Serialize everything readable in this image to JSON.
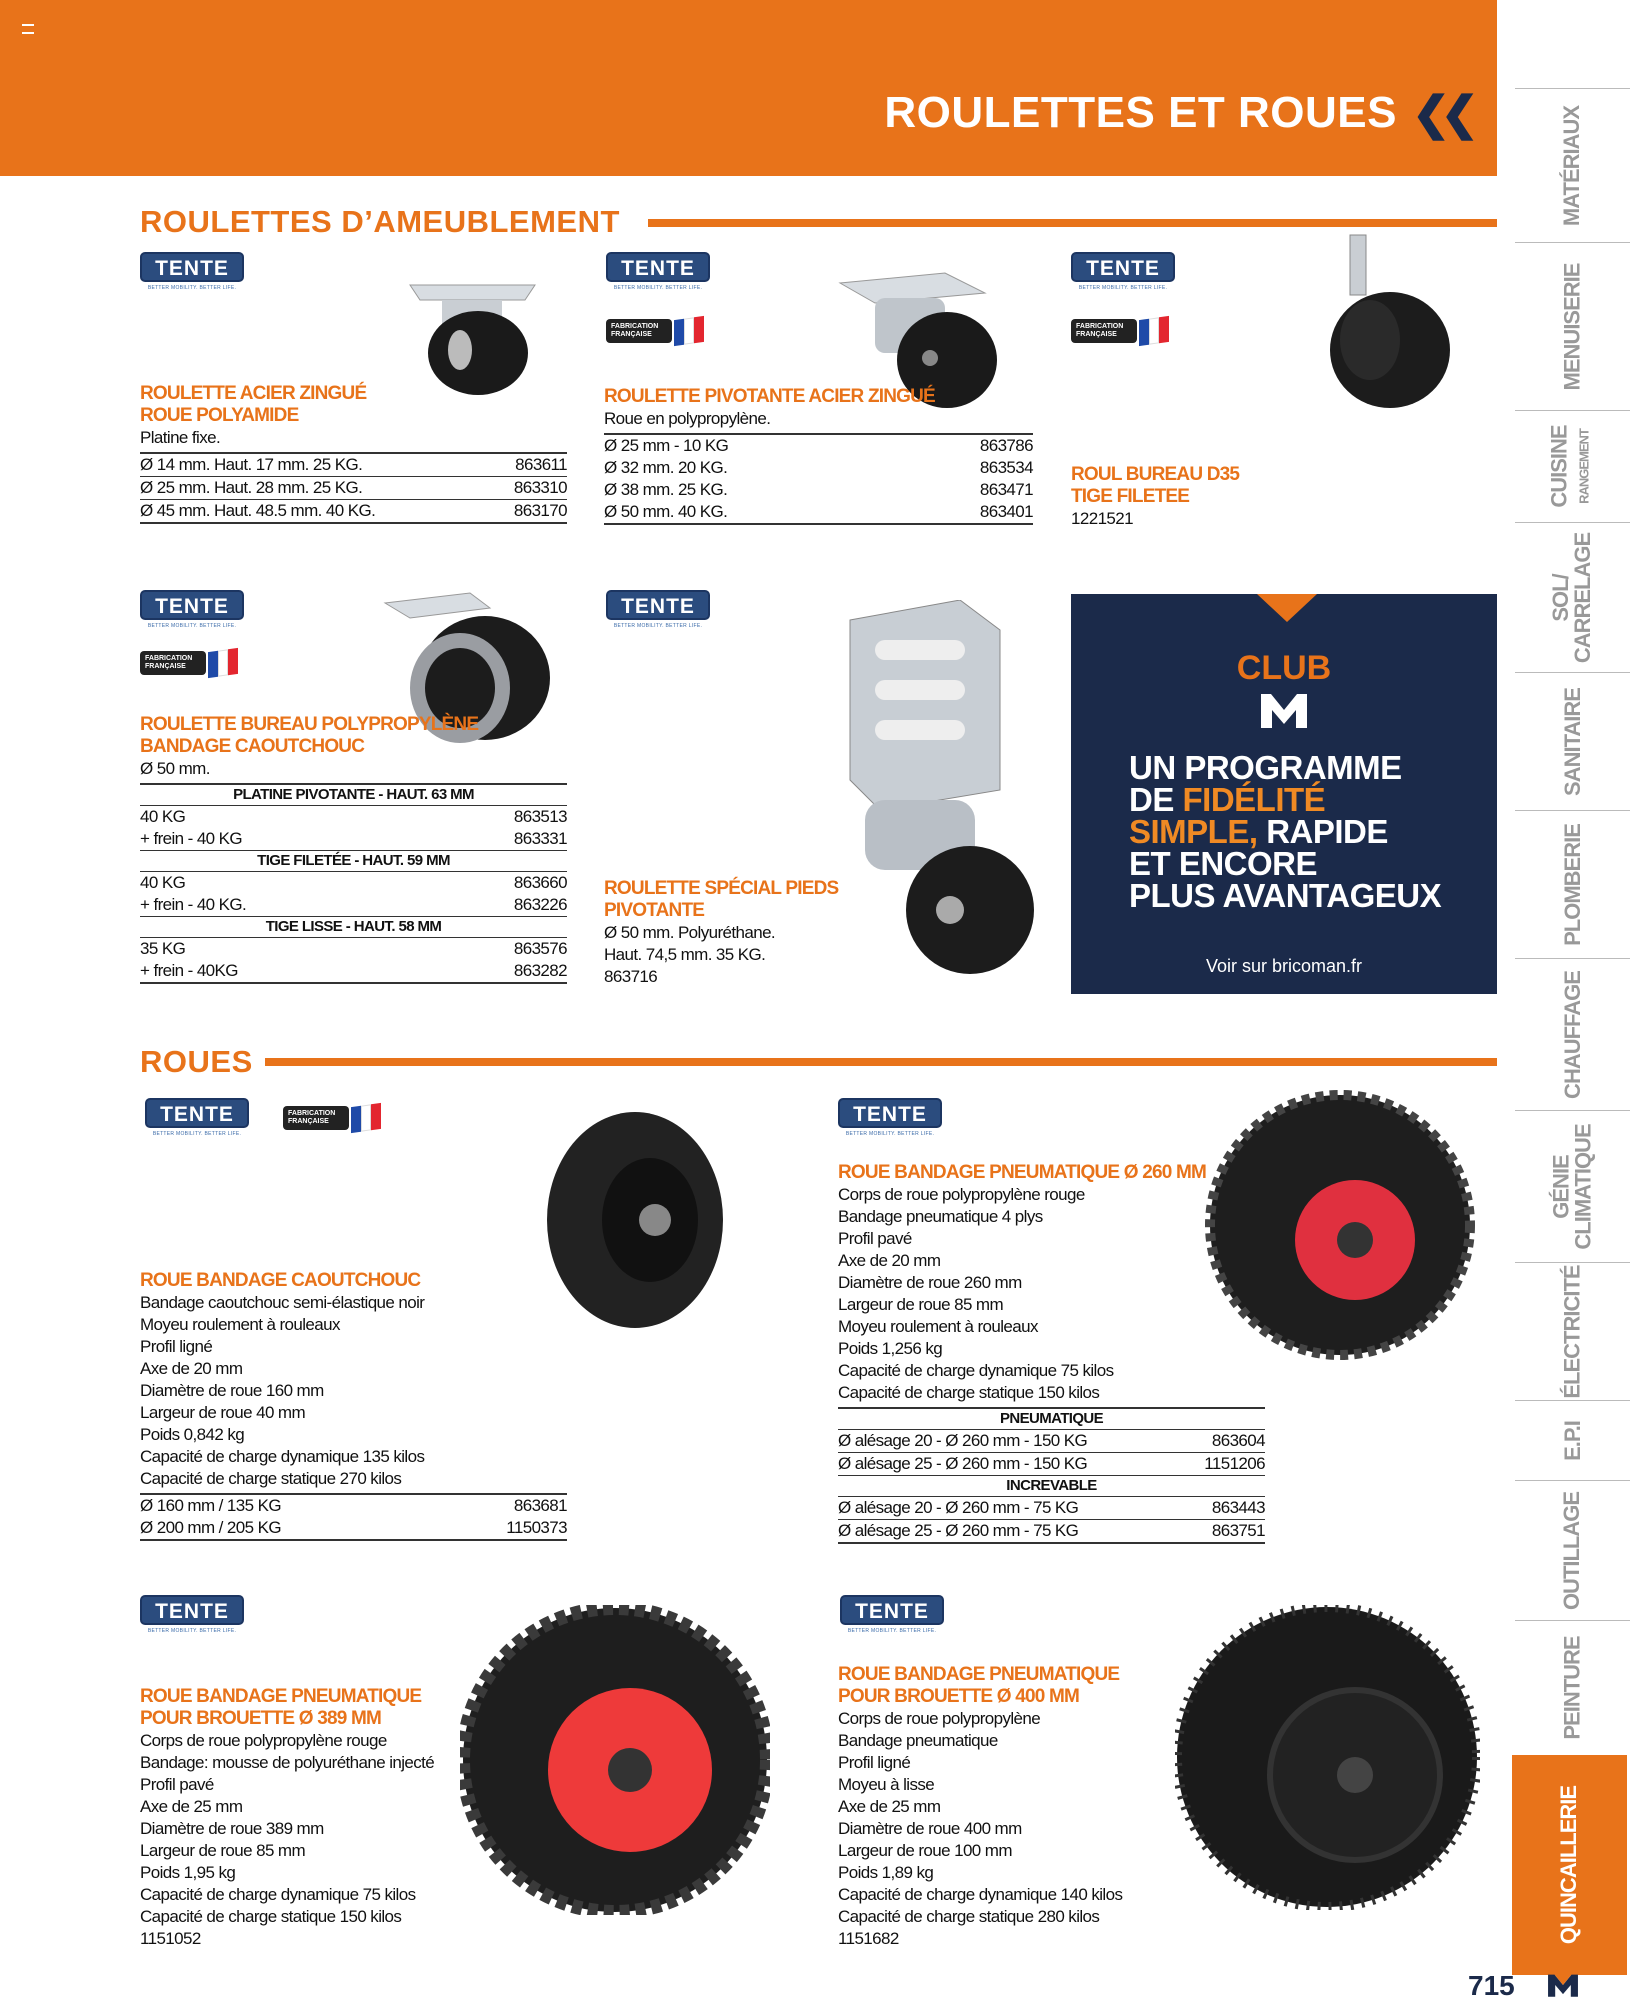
{
  "header": {
    "title": "ROULETTES ET ROUES",
    "chevron_icon": "double-chevron-left-icon",
    "menu_icon": "menu-icon"
  },
  "sidebar": {
    "tabs": [
      "MATÉRIAUX",
      "MENUISERIE",
      "CUISINE",
      "RANGEMENT",
      "SOL/",
      "CARRELAGE",
      "SANITAIRE",
      "PLOMBERIE",
      "CHAUFFAGE",
      "GÉNIE",
      "CLIMATIQUE",
      "ÉLECTRICITÉ",
      "E.P.I",
      "OUTILLAGE",
      "PEINTURE",
      "QUINCAILLERIE"
    ],
    "active": "QUINCAILLERIE",
    "accent": "#e8731a"
  },
  "brand": {
    "name": "TENTE",
    "tagline": "BETTER MOBILITY. BETTER LIFE.",
    "badge": "FABRICATION FRANÇAISE"
  },
  "sections": {
    "furniture": "ROULETTES D’AMEUBLEMENT",
    "wheels": "ROUES"
  },
  "products": [
    {
      "title": [
        "ROULETTE ACIER ZINGUÉ",
        "ROUE POLYAMIDE"
      ],
      "desc": [
        "Platine fixe."
      ],
      "rows": [
        [
          "Ø 14 mm. Haut. 17 mm. 25 KG.",
          "863611"
        ],
        [
          "Ø 25 mm. Haut. 28 mm. 25 KG.",
          "863310"
        ],
        [
          "Ø 45 mm. Haut. 48.5 mm. 40 KG.",
          "863170"
        ]
      ]
    },
    {
      "title": [
        "ROULETTE PIVOTANTE ACIER ZINGUÉ"
      ],
      "desc": [
        "Roue en polypropylène."
      ],
      "rows": [
        [
          "Ø 25 mm - 10 KG",
          "863786"
        ],
        [
          "Ø 32 mm. 20 KG.",
          "863534"
        ],
        [
          "Ø 38 mm. 25 KG.",
          "863471"
        ],
        [
          "Ø 50 mm. 40 KG.",
          "863401"
        ]
      ]
    },
    {
      "title": [
        "ROUL BUREAU D35",
        "TIGE FILETEE"
      ],
      "desc": [
        "1221521"
      ]
    },
    {
      "title": [
        "ROULETTE BUREAU POLYPROPYLÈNE",
        "BANDAGE CAOUTCHOUC"
      ],
      "desc": [
        "Ø 50 mm."
      ],
      "groups": [
        {
          "header": "PLATINE PIVOTANTE - HAUT. 63 MM",
          "rows": [
            [
              "40 KG",
              "863513"
            ],
            [
              "+ frein - 40 KG",
              "863331"
            ]
          ]
        },
        {
          "header": "TIGE FILETÉE - HAUT. 59 MM",
          "rows": [
            [
              "40 KG",
              "863660"
            ],
            [
              "+ frein - 40 KG.",
              "863226"
            ]
          ]
        },
        {
          "header": "TIGE LISSE - HAUT. 58 MM",
          "rows": [
            [
              "35 KG",
              "863576"
            ],
            [
              "+ frein - 40KG",
              "863282"
            ]
          ]
        }
      ]
    },
    {
      "title": [
        "ROULETTE SPÉCIAL PIEDS",
        "PIVOTANTE"
      ],
      "desc": [
        "Ø 50 mm. Polyuréthane.",
        "Haut. 74,5 mm. 35 KG.",
        "863716"
      ]
    },
    {
      "title": [
        "ROUE BANDAGE CAOUTCHOUC"
      ],
      "desc": [
        "Bandage caoutchouc semi-élastique noir",
        "Moyeu roulement à rouleaux",
        "Profil ligné",
        "Axe de 20 mm",
        "Diamètre de roue 160 mm",
        "Largeur de roue 40 mm",
        "Poids 0,842 kg",
        "Capacité de charge dynamique 135 kilos",
        "Capacité de charge statique 270 kilos"
      ],
      "rows": [
        [
          "Ø 160 mm / 135 KG",
          "863681"
        ],
        [
          "Ø 200 mm / 205 KG",
          "1150373"
        ]
      ]
    },
    {
      "title": [
        "ROUE BANDAGE PNEUMATIQUE Ø 260 MM"
      ],
      "desc": [
        "Corps de roue polypropylène rouge",
        "Bandage pneumatique 4 plys",
        "Profil pavé",
        "Axe de 20 mm",
        "Diamètre de roue 260 mm",
        "Largeur de roue 85 mm",
        "Moyeu roulement à rouleaux",
        "Poids 1,256 kg",
        "Capacité de charge dynamique 75 kilos",
        "Capacité de charge statique 150 kilos"
      ],
      "groups": [
        {
          "header": "PNEUMATIQUE",
          "rows": [
            [
              "Ø alésage 20 - Ø 260 mm - 150 KG",
              "863604"
            ],
            [
              "Ø alésage 25 - Ø 260 mm - 150 KG",
              "1151206"
            ]
          ]
        },
        {
          "header": "INCREVABLE",
          "rows": [
            [
              "Ø alésage 20 - Ø 260 mm - 75 KG",
              "863443"
            ],
            [
              "Ø alésage 25 - Ø 260 mm - 75 KG",
              "863751"
            ]
          ]
        }
      ]
    },
    {
      "title": [
        "ROUE BANDAGE PNEUMATIQUE",
        "POUR BROUETTE Ø 389 MM"
      ],
      "desc": [
        "Corps de roue polypropylène rouge",
        "Bandage: mousse de polyuréthane injecté",
        "Profil pavé",
        "Axe de 25 mm",
        "Diamètre de roue 389 mm",
        "Largeur de roue 85 mm",
        "Poids 1,95 kg",
        "Capacité de charge dynamique 75 kilos",
        "Capacité de charge statique 150 kilos",
        "1151052"
      ]
    },
    {
      "title": [
        "ROUE BANDAGE PNEUMATIQUE",
        "POUR BROUETTE Ø 400 MM"
      ],
      "desc": [
        "Corps de roue polypropylène",
        "Bandage pneumatique",
        "Profil ligné",
        "Moyeu à lisse",
        "Axe de 25 mm",
        "Diamètre de roue 400 mm",
        "Largeur de roue 100 mm",
        "Poids 1,89 kg",
        "Capacité de charge dynamique 140 kilos",
        "Capacité de charge statique 280 kilos",
        "1151682"
      ]
    }
  ],
  "club": {
    "title": "CLUB",
    "lines": [
      [
        "UN PROGRAMME"
      ],
      [
        "DE ",
        "FIDÉLITÉ"
      ],
      [
        "SIMPLE,",
        " RAPIDE"
      ],
      [
        "ET ENCORE"
      ],
      [
        "PLUS AVANTAGEUX"
      ]
    ],
    "cta": "Voir sur bricoman.fr",
    "bg": "#1b2a4a"
  },
  "footer": {
    "page": "715"
  }
}
